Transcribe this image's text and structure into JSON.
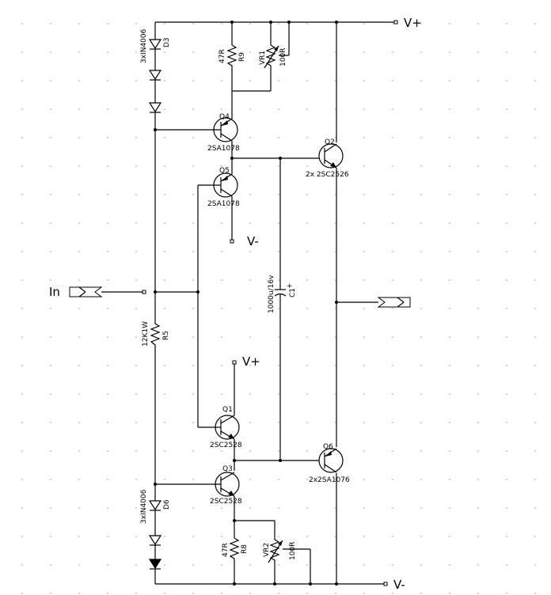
{
  "rails": {
    "vplus": "V+",
    "vminus": "V-"
  },
  "ports": {
    "input": "In"
  },
  "components": {
    "d3": {
      "ref": "D3",
      "value": "3xIN4006"
    },
    "d6": {
      "ref": "D6",
      "value": "3xIN4006"
    },
    "r9": {
      "ref": "R9",
      "value": "47R"
    },
    "r8": {
      "ref": "R8",
      "value": "47R"
    },
    "vr1": {
      "ref": "VR1",
      "value": "100R"
    },
    "vr2": {
      "ref": "VR2",
      "value": "100R"
    },
    "r5": {
      "ref": "R5",
      "value": "12K1W"
    },
    "c1": {
      "ref": "C1",
      "value": "1000u/16v",
      "polarity": "+"
    },
    "q4": {
      "ref": "Q4",
      "value": "2SA1078"
    },
    "q5": {
      "ref": "Q5",
      "value": "2SA1078"
    },
    "q1": {
      "ref": "Q1",
      "value": "2SC2528"
    },
    "q3": {
      "ref": "Q3",
      "value": "2SC2528"
    },
    "q2": {
      "ref": "Q2",
      "value": "2x 2SC2526"
    },
    "q6": {
      "ref": "Q6",
      "value": "2x2SA1076"
    }
  },
  "colors": {
    "wire": "#000000",
    "grid": "#c8c8c8",
    "background": "#ffffff"
  }
}
